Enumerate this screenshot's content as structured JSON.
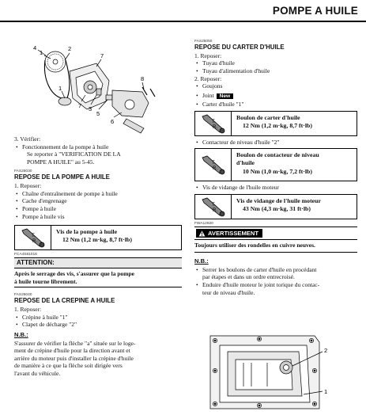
{
  "header": {
    "title": "POMPE A HUILE"
  },
  "diagram_top": {
    "callouts": [
      "4",
      "1",
      "2",
      "7",
      "8",
      "1",
      "7",
      "3",
      "5",
      "6"
    ]
  },
  "left": {
    "step3": {
      "label": "3.  Vérifier:",
      "bullet": "Fonctionnement de la pompe à huile",
      "ref1": "Se reporter à \"VERIFICATION DE LA",
      "ref2": "POMPE A HUILE\" au 5-45."
    },
    "s1": {
      "code": "FAS25030",
      "title": "REPOSE DE LA POMPE A HUILE",
      "step": "1.  Reposer:",
      "items": [
        "Chaîne d'entraînement de pompe à huile",
        "Cache d'engrenage",
        "Pompe à huile",
        "Pompe à huile vis"
      ]
    },
    "torque1": {
      "line1": "Vis de la pompe à huile",
      "line2": "12 Nm (1,2 m·kg, 8,7 ft·lb)"
    },
    "attention": {
      "code": "FCA4S81018",
      "label": "ATTENTION:",
      "text1": "Après le serrage des vis, s'assurer que la pompe",
      "text2": "à huile tourne librement."
    },
    "s2": {
      "code": "FAS25040",
      "title": "REPOSE DE LA CREPINE A HUILE",
      "step": "1.  Reposer:",
      "items": [
        "Crépine à huile \"1\"",
        "Clapet de décharge \"2\""
      ]
    },
    "nb": {
      "label": "N.B.:",
      "lines": [
        "S'assurer de vérifier la flèche \"a\" située sur le loge-",
        "ment de crépine d'huile pour la direction avant et",
        "arrière du moteur puis d'installer la crépine d'huile",
        "de manière à ce que la flèche soit dirigée vers",
        "l'avant du véhicule."
      ]
    }
  },
  "right": {
    "s3": {
      "code": "FAS25050",
      "title": "REPOSE DU CARTER D'HUILE",
      "step1": "1.  Reposer:",
      "items1": [
        "Tuyau d'huile",
        "Tuyau d'alimentation d'huile"
      ],
      "step2": "2.  Reposer:",
      "items2": [
        "Goujons",
        "Joint",
        "Carter d'huile \"1\""
      ],
      "new_badge": "New"
    },
    "torque2": {
      "line1": "Boulon de carter d'huile",
      "line2": "12 Nm (1,2 m·kg, 8,7 ft·lb)"
    },
    "bullet_contacteur": "Contacteur de niveau d'huile \"2\"",
    "torque3": {
      "line1": "Boulon de contacteur de niveau",
      "line1b": "d'huile",
      "line2": "10 Nm (1,0 m·kg, 7,2 ft·lb)"
    },
    "bullet_vidange": "Vis de vidange de l'huile moteur",
    "torque4": {
      "line1": "Vis de vidange de l'huile moteur",
      "line2": "43 Nm (4,3 m·kg, 31 ft·lb)"
    },
    "warning": {
      "code": "FWA12820",
      "label": "AVERTISSEMENT",
      "text": "Toujours utiliser des rondelles en cuivre neuves."
    },
    "nb": {
      "label": "N.B.:",
      "lines": [
        "Serrer les boulons de carter d'huile en procédant",
        "par étapes et dans un ordre entrecroisé.",
        "Enduire d'huile moteur le joint torique du contac-",
        "teur de niveau d'huile."
      ]
    },
    "diagram": {
      "callouts": [
        "2",
        "1"
      ]
    }
  }
}
